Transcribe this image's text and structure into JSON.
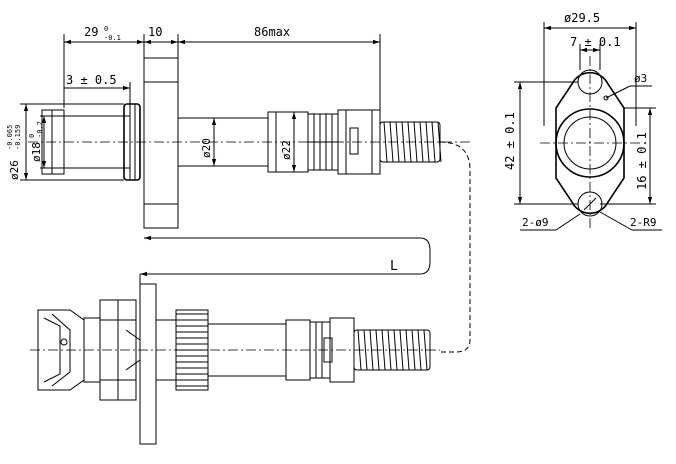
{
  "dimensions": {
    "top_29": "29",
    "top_29_tol_upper": "0",
    "top_29_tol_lower": "-0.1",
    "top_10": "10",
    "top_86": "86max",
    "flange_3": "3 ± 0.5",
    "dia_26": "ø26",
    "dia_26_tol_upper": "-0.065",
    "dia_26_tol_lower": "-0.159",
    "dia_18": "ø18",
    "dia_18_tol_upper": "0",
    "dia_18_tol_lower": "-0.2",
    "dia_20": "ø20",
    "dia_22": "ø22",
    "cable_length": "L"
  },
  "end_view": {
    "dia_29_5": "ø29.5",
    "dim_7": "7 ± 0.1",
    "dia_3": "ø3",
    "dim_42": "42 ± 0.1",
    "dim_16": "16 ± 0.1",
    "holes": "2-ø9",
    "radius": "2-R9"
  }
}
